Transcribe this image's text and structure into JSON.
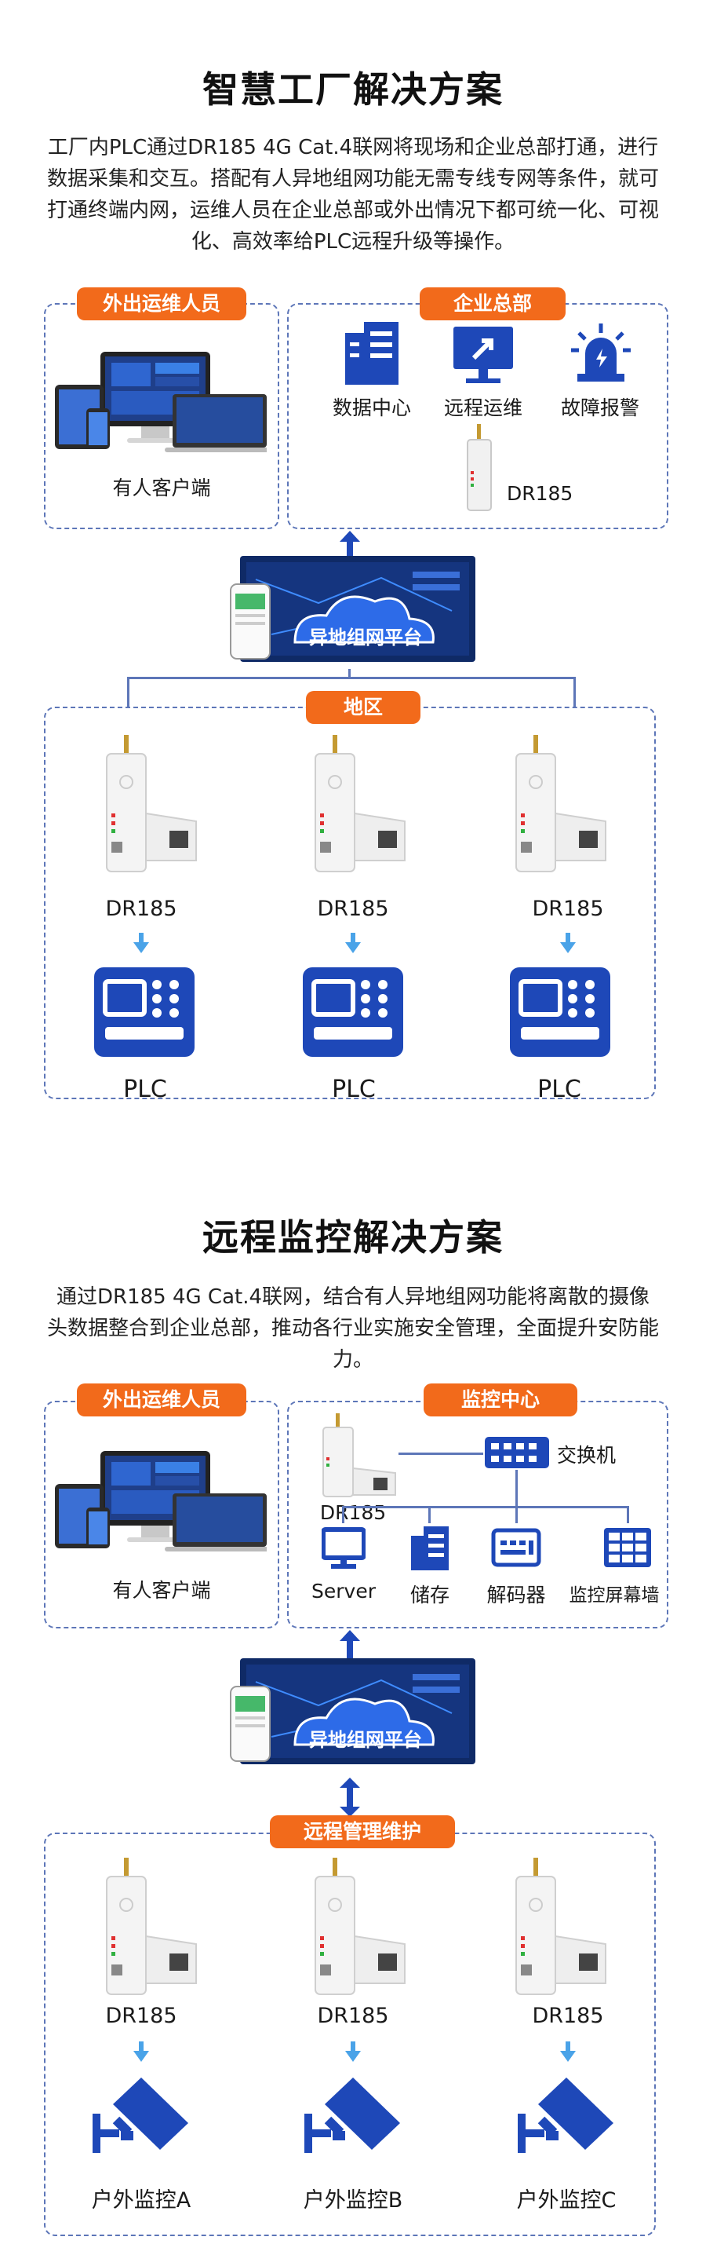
{
  "s1": {
    "title": "智慧工厂解决方案",
    "intro": "工厂内PLC通过DR185 4G Cat.4联网将现场和企业总部打通，进行数据采集和交互。搭配有人异地组网功能无需专线专网等条件，就可打通终端内网，运维人员在企业总部或外出情况下都可统一化、可视化、高效率给PLC远程升级等操作。",
    "ops_pill": "外出运维人员",
    "ops_label": "有人客户端",
    "hq_pill": "企业总部",
    "hq_items": [
      "数据中心",
      "远程运维",
      "故障报警"
    ],
    "hq_device": "DR185",
    "cloud": "异地组网平台",
    "region_pill": "地区",
    "devices": [
      "DR185",
      "DR185",
      "DR185"
    ],
    "plcs": [
      "PLC",
      "PLC",
      "PLC"
    ]
  },
  "s2": {
    "title": "远程监控解决方案",
    "intro": "通过DR185 4G Cat.4联网，结合有人异地组网功能将离散的摄像头数据整合到企业总部，推动各行业实施安全管理，全面提升安防能力。",
    "ops_pill": "外出运维人员",
    "ops_label": "有人客户端",
    "mc_pill": "监控中心",
    "switch": "交换机",
    "mc_device": "DR185",
    "mc_items": [
      "Server",
      "储存",
      "解码器",
      "监控屏幕墙"
    ],
    "cloud": "异地组网平台",
    "remote_pill": "远程管理维护",
    "devices": [
      "DR185",
      "DR185",
      "DR185"
    ],
    "cams": [
      "户外监控A",
      "户外监控B",
      "户外监控C"
    ]
  },
  "colors": {
    "accent": "#f26a1b",
    "brand_blue": "#1e48b8",
    "dash": "#5d76b8"
  }
}
